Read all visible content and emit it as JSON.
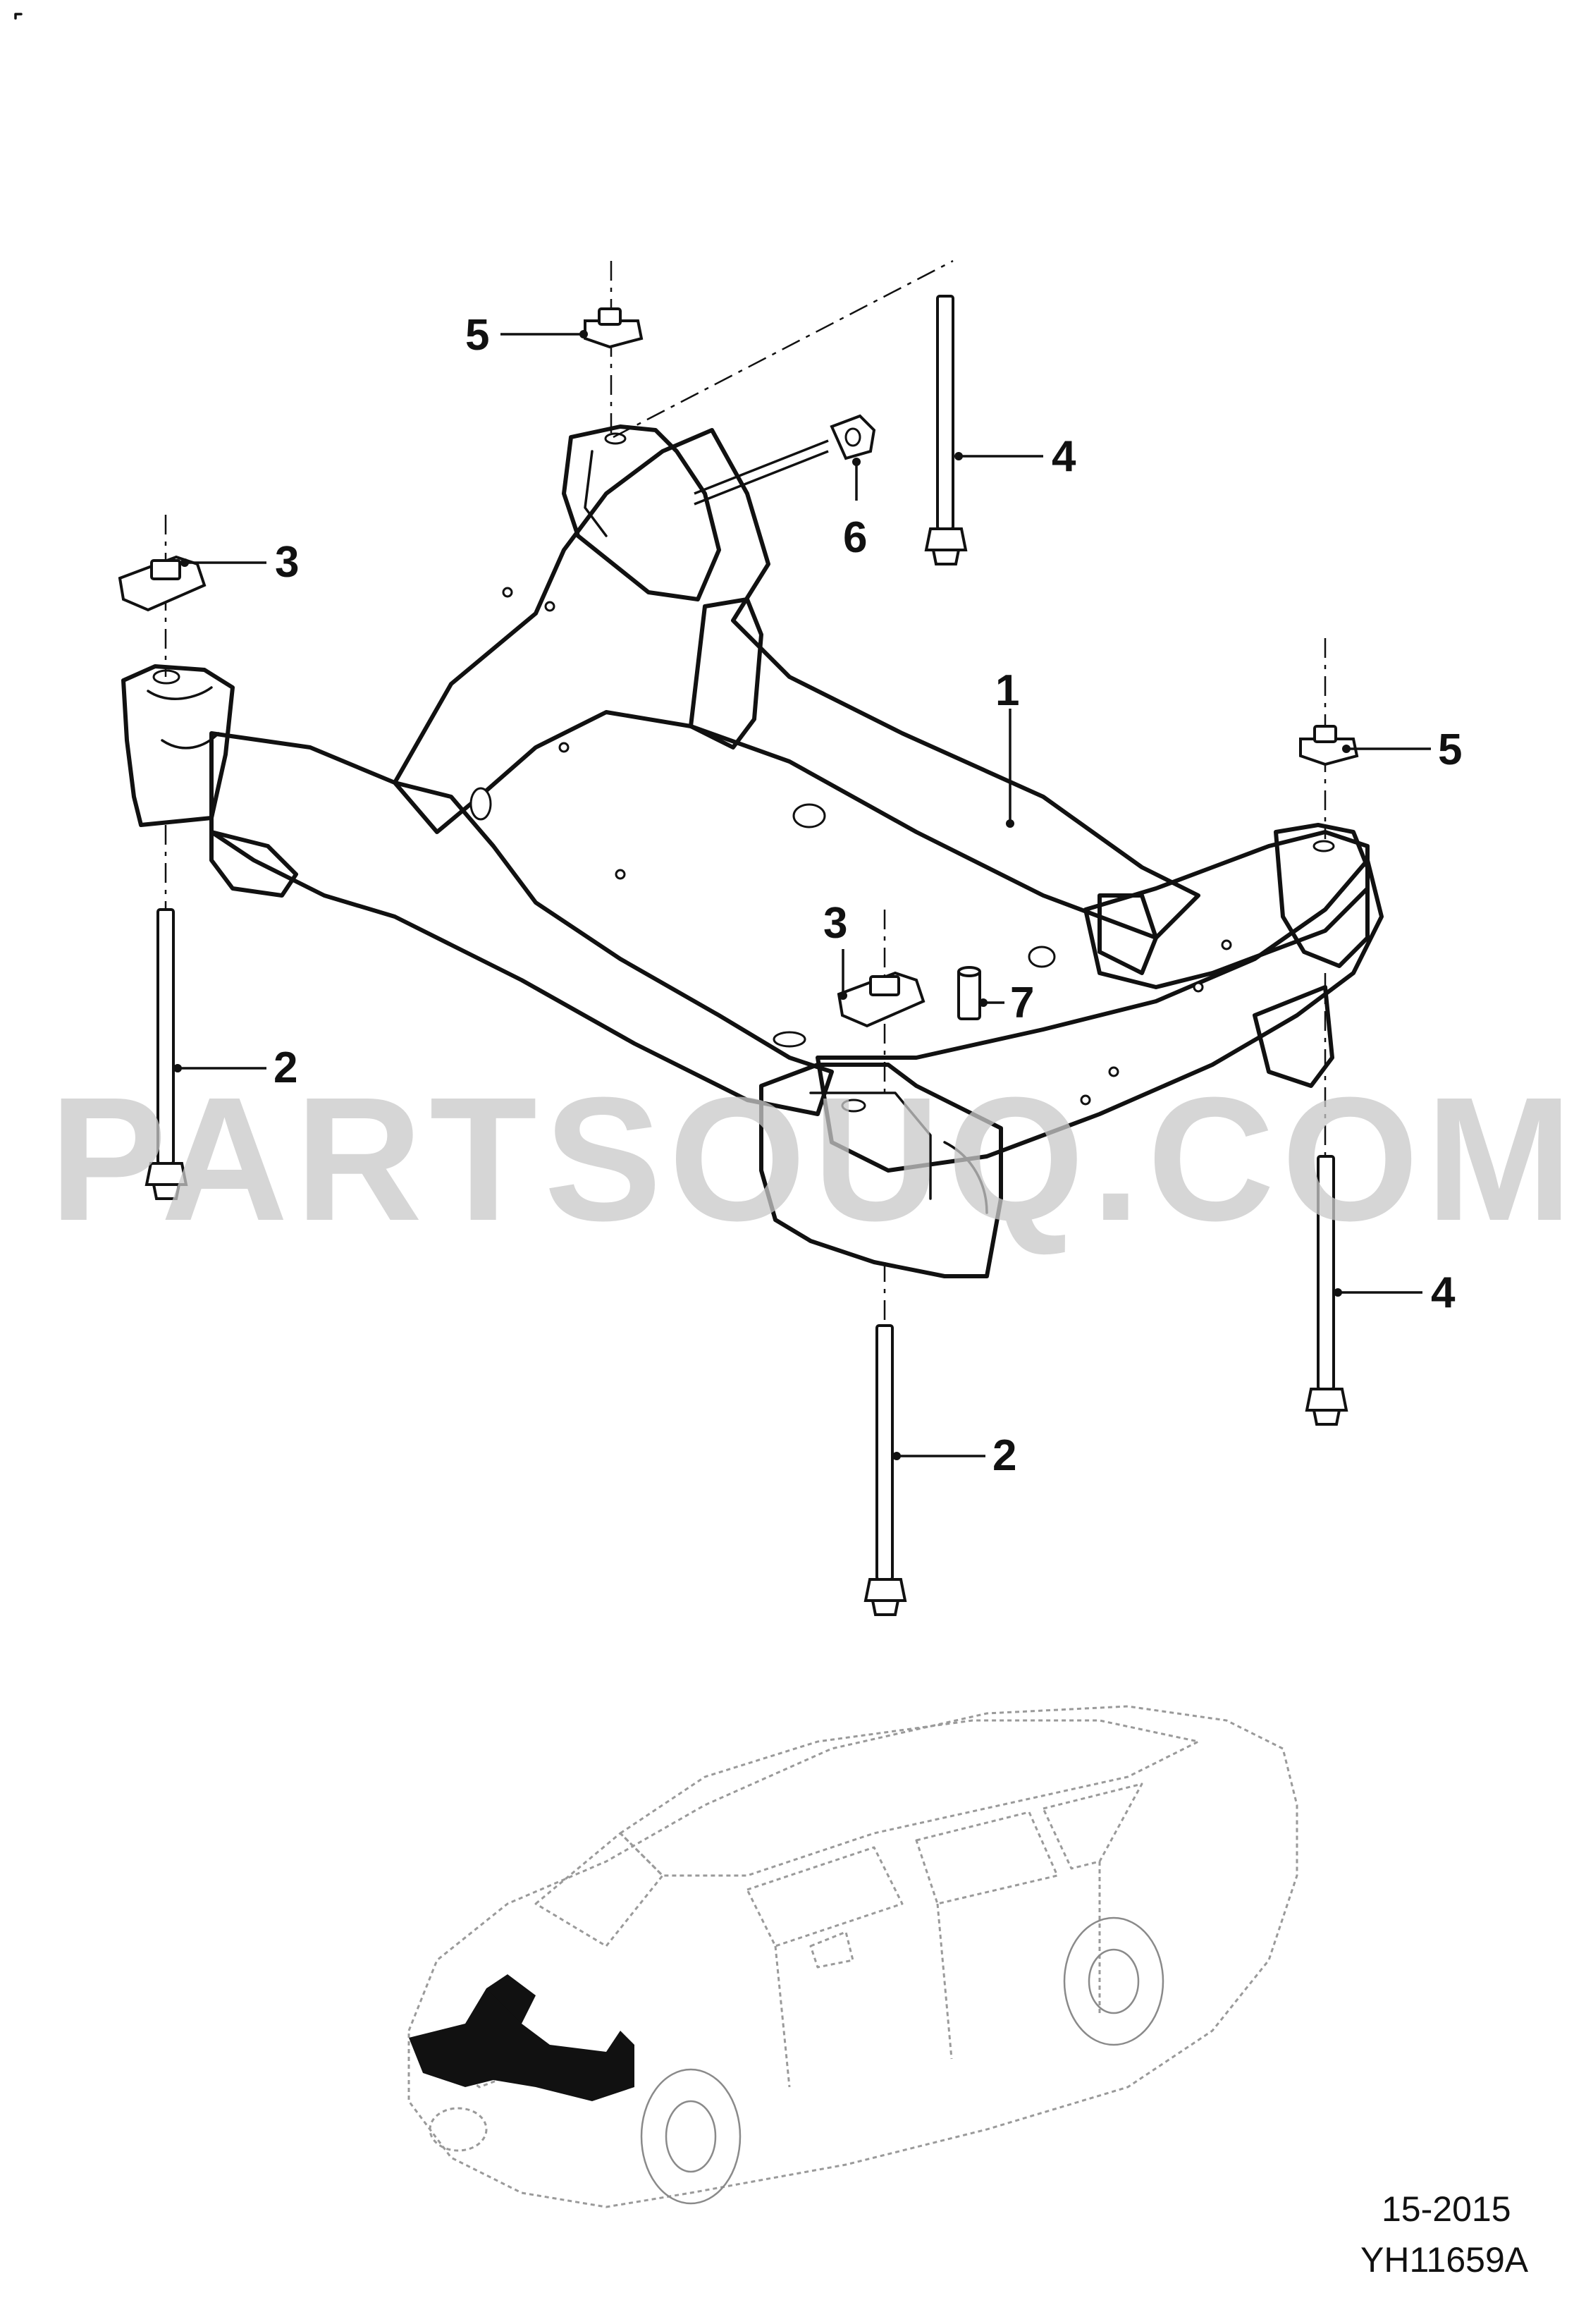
{
  "watermark": "PARTSOUQ.COM",
  "callouts": [
    "1",
    "2",
    "2",
    "3",
    "3",
    "4",
    "4",
    "5",
    "5",
    "6",
    "7"
  ],
  "footer": {
    "issue": "15-2015",
    "illustration_code": "YH11659A"
  }
}
